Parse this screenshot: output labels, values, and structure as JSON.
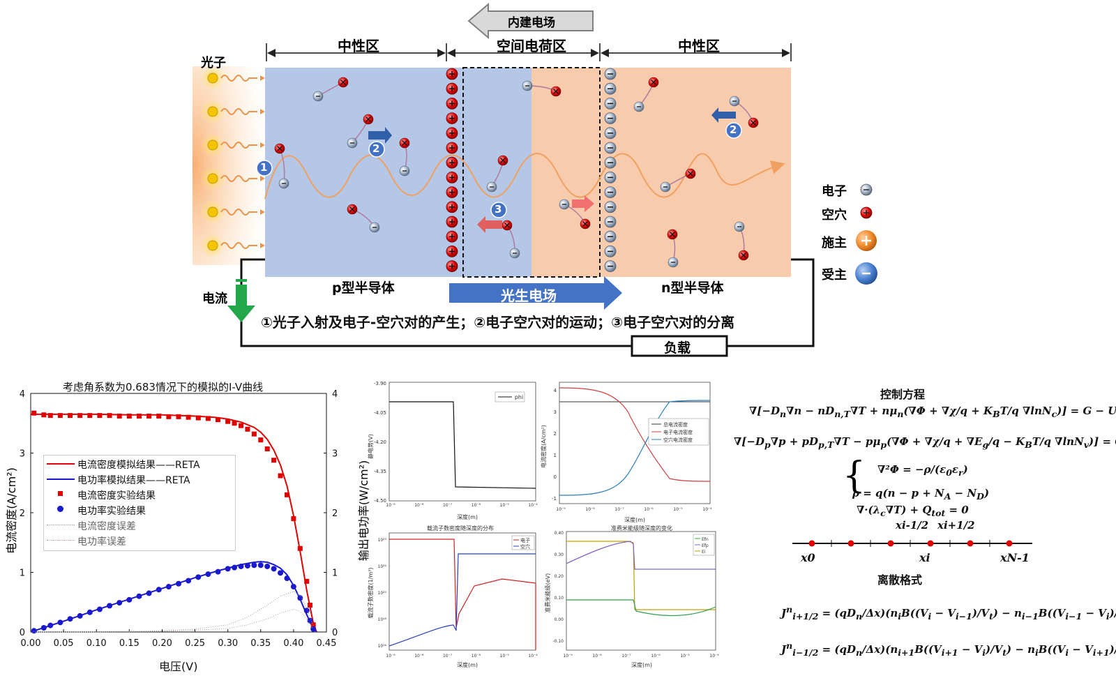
{
  "top": {
    "built_in_field": "内建电场",
    "neutral_left": "中性区",
    "space_charge": "空间电荷区",
    "neutral_right": "中性区",
    "photon": "光子",
    "current": "电流",
    "p_type": "p型半导体",
    "n_type": "n型半导体",
    "photo_field": "光生电场",
    "load": "负载",
    "process_caption": "①光子入射及电子-空穴对的产生；②电子空穴对的运动；③电子空穴对的分离",
    "step1": "1",
    "step2": "2",
    "step3": "3",
    "legend": {
      "electron": "电子",
      "hole": "空穴",
      "donor": "施主",
      "acceptor": "受主"
    },
    "colors": {
      "p_region": "#b4c7e7",
      "n_region": "#f8cbad",
      "hole_red": "#e00000",
      "electron_gray": "#8ea4bf",
      "arrow_blue": "#4472c4",
      "arrow_green": "#22a84a",
      "wave_orange": "#f0a060"
    }
  },
  "iv_chart": {
    "title": "考虑角系数为0.683情况下的模拟的I-V曲线",
    "xlabel": "电压(V)",
    "ylabel_left": "电流密度(A/cm²)",
    "ylabel_right": "输出电功率(W/cm²)",
    "legend": [
      "电流密度模拟结果——RETA",
      "电功率模拟结果——RETA",
      "电流密度实验结果",
      "电功率实验结果",
      "电流密度误差",
      "电功率误差"
    ]
  },
  "mini_charts": {
    "phi": {
      "legend": "phi",
      "ylabel": "静电势(V)",
      "xlabel": "深度(m)"
    },
    "current": {
      "ylabel": "电流密度(A/cm²)",
      "xlabel": "深度(m)",
      "legend": [
        "总电流密度",
        "电子电流密度",
        "空穴电流密度"
      ]
    },
    "carrier": {
      "title": "载流子数密度随深度的分布",
      "ylabel": "载流子数密度(1/m³)",
      "xlabel": "深度(m)",
      "legend": [
        "电子",
        "空穴"
      ]
    },
    "energy": {
      "title": "准费米能级随深度的变化",
      "ylabel": "准费米能级(eV)",
      "xlabel": "深度(m)",
      "legend": [
        "Efn",
        "Efp",
        "Ei"
      ]
    }
  },
  "equations": {
    "control_title": "控制方程",
    "discrete_title": "离散格式",
    "grid_labels": [
      "x0",
      "xi",
      "xN-1",
      "xi-1/2",
      "xi+1/2"
    ]
  },
  "chart_data": [
    {
      "type": "line",
      "title": "考虑角系数为0.683情况下的模拟的I-V曲线",
      "xlabel": "电压(V)",
      "ylabel": "电流密度(A/cm²)",
      "y2label": "输出电功率(W/cm²)",
      "xlim": [
        0.0,
        0.45
      ],
      "ylim": [
        0,
        4
      ],
      "y2lim": [
        0,
        4
      ],
      "xticks": [
        "0.00",
        "0.05",
        "0.10",
        "0.15",
        "0.20",
        "0.25",
        "0.30",
        "0.35",
        "0.40",
        "0.45"
      ],
      "yticks": [
        "0",
        "1",
        "2",
        "3",
        "4"
      ],
      "legend_position": "center-left",
      "series": [
        {
          "name": "电流密度模拟结果——RETA",
          "style": "line",
          "color": "#e00000",
          "x": [
            0.0,
            0.05,
            0.1,
            0.15,
            0.2,
            0.25,
            0.28,
            0.3,
            0.32,
            0.34,
            0.35,
            0.36,
            0.37,
            0.38,
            0.39,
            0.4,
            0.41,
            0.42,
            0.43,
            0.435
          ],
          "y": [
            3.65,
            3.65,
            3.65,
            3.64,
            3.64,
            3.62,
            3.6,
            3.57,
            3.52,
            3.43,
            3.35,
            3.23,
            3.05,
            2.8,
            2.45,
            1.95,
            1.35,
            0.7,
            0.15,
            0.0
          ]
        },
        {
          "name": "电功率模拟结果——RETA",
          "style": "line",
          "color": "#1a1acc",
          "x": [
            0.0,
            0.05,
            0.1,
            0.15,
            0.2,
            0.25,
            0.28,
            0.3,
            0.32,
            0.34,
            0.35,
            0.36,
            0.37,
            0.38,
            0.39,
            0.4,
            0.41,
            0.42,
            0.43,
            0.435
          ],
          "y": [
            0.0,
            0.18,
            0.37,
            0.55,
            0.73,
            0.91,
            1.01,
            1.07,
            1.13,
            1.17,
            1.18,
            1.17,
            1.13,
            1.07,
            0.96,
            0.78,
            0.55,
            0.29,
            0.06,
            0.0
          ]
        },
        {
          "name": "电流密度实验结果",
          "style": "square",
          "color": "#e00000",
          "x": [
            0.005,
            0.02,
            0.03,
            0.045,
            0.06,
            0.075,
            0.09,
            0.105,
            0.12,
            0.135,
            0.15,
            0.165,
            0.18,
            0.195,
            0.21,
            0.225,
            0.24,
            0.255,
            0.27,
            0.285,
            0.3,
            0.31,
            0.32,
            0.33,
            0.34,
            0.35,
            0.36,
            0.37,
            0.38,
            0.39,
            0.4,
            0.41,
            0.42,
            0.425,
            0.43
          ],
          "y": [
            3.67,
            3.64,
            3.63,
            3.63,
            3.63,
            3.63,
            3.63,
            3.63,
            3.63,
            3.62,
            3.62,
            3.62,
            3.62,
            3.62,
            3.61,
            3.61,
            3.6,
            3.59,
            3.58,
            3.56,
            3.53,
            3.5,
            3.46,
            3.4,
            3.32,
            3.22,
            3.07,
            2.88,
            2.62,
            2.3,
            1.9,
            1.4,
            0.85,
            0.45,
            0.12
          ]
        },
        {
          "name": "电功率实验结果",
          "style": "circle",
          "color": "#1a1acc",
          "x": [
            0.005,
            0.02,
            0.03,
            0.045,
            0.06,
            0.075,
            0.09,
            0.105,
            0.12,
            0.135,
            0.15,
            0.165,
            0.18,
            0.195,
            0.21,
            0.225,
            0.24,
            0.255,
            0.27,
            0.285,
            0.3,
            0.31,
            0.32,
            0.33,
            0.34,
            0.35,
            0.36,
            0.37,
            0.38,
            0.39,
            0.4,
            0.41,
            0.42,
            0.425,
            0.43
          ],
          "y": [
            0.02,
            0.07,
            0.11,
            0.16,
            0.22,
            0.27,
            0.33,
            0.38,
            0.44,
            0.49,
            0.54,
            0.6,
            0.65,
            0.71,
            0.76,
            0.81,
            0.86,
            0.92,
            0.97,
            1.01,
            1.06,
            1.08,
            1.1,
            1.11,
            1.12,
            1.12,
            1.1,
            1.06,
            0.99,
            0.9,
            0.76,
            0.57,
            0.36,
            0.19,
            0.05
          ]
        },
        {
          "name": "电流密度误差",
          "style": "dotted",
          "color": "#999999",
          "x": [
            0.0,
            0.1,
            0.2,
            0.25,
            0.3,
            0.33,
            0.36,
            0.38,
            0.4,
            0.41,
            0.42,
            0.43
          ],
          "y": [
            0.0,
            0.0,
            0.02,
            0.05,
            0.12,
            0.25,
            0.45,
            0.6,
            0.68,
            0.62,
            0.4,
            0.1
          ]
        },
        {
          "name": "电功率误差",
          "style": "dotted",
          "color": "#bb9999",
          "x": [
            0.0,
            0.1,
            0.2,
            0.25,
            0.3,
            0.33,
            0.36,
            0.38,
            0.4,
            0.41,
            0.42,
            0.43
          ],
          "y": [
            0.0,
            0.0,
            0.01,
            0.03,
            0.06,
            0.12,
            0.22,
            0.32,
            0.38,
            0.35,
            0.22,
            0.05
          ]
        }
      ]
    }
  ]
}
